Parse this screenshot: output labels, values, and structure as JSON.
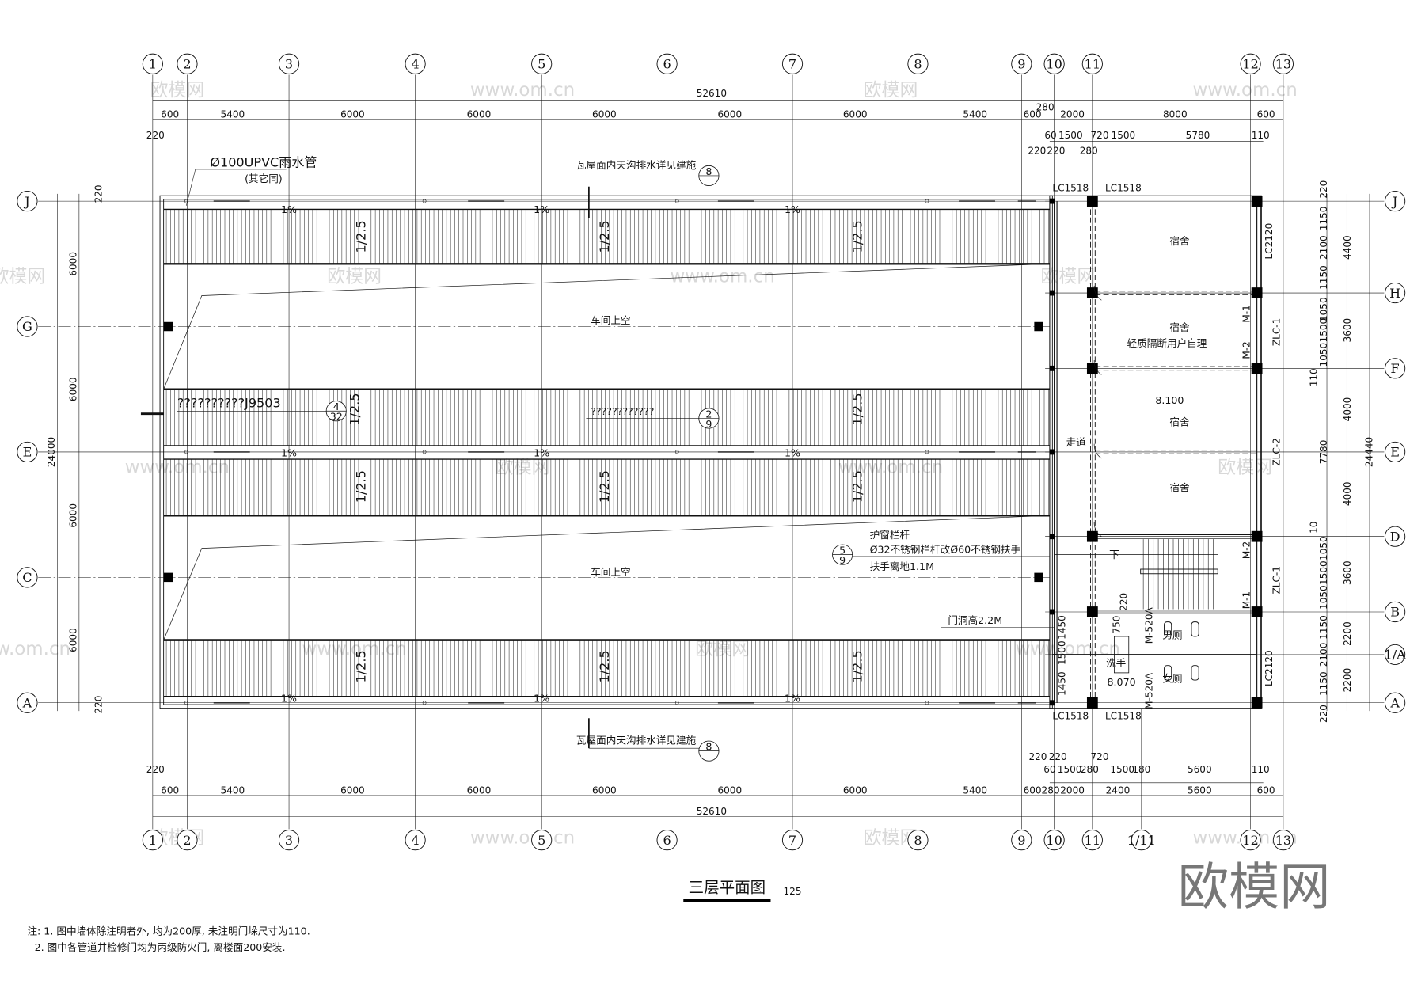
{
  "title": {
    "name": "三层平面图",
    "scale": "125"
  },
  "notes": [
    "注: 1. 图中墙体除注明者外, 均为200厚, 未注明门垛尺寸为110.",
    "2. 图中各管道井检修门均为丙级防火门, 离楼面200安装."
  ],
  "grid": {
    "columns": [
      "1",
      "2",
      "3",
      "4",
      "5",
      "6",
      "7",
      "8",
      "9",
      "10",
      "11",
      "12",
      "13"
    ],
    "column_extra": "1/11",
    "rows_left": [
      "J",
      "G",
      "E",
      "C",
      "A"
    ],
    "rows_right": [
      "J",
      "H",
      "F",
      "E",
      "D",
      "B",
      "1/A",
      "A"
    ]
  },
  "dimensions": {
    "top_total": "52610",
    "top_row1": [
      "600",
      "5400",
      "6000",
      "6000",
      "6000",
      "6000",
      "6000",
      "5400",
      "600",
      "280",
      "2000",
      "8000",
      "600"
    ],
    "top_row2": [
      "60",
      "1500",
      "720",
      "1500",
      "5780",
      "110"
    ],
    "top_row3": [
      "220",
      "220",
      "280"
    ],
    "top_left": "220",
    "bottom_row1": [
      "220",
      "220",
      "720"
    ],
    "bottom_row2": [
      "60",
      "1500",
      "280",
      "1500",
      "180",
      "5600",
      "110"
    ],
    "bottom_row3": [
      "600",
      "5400",
      "6000",
      "6000",
      "6000",
      "6000",
      "6000",
      "5400",
      "600",
      "280",
      "2000",
      "2400",
      "5600",
      "600"
    ],
    "bottom_total": "52610",
    "bottom_left": "220",
    "left": [
      "6000",
      "6000",
      "6000",
      "6000"
    ],
    "left_total": "24000",
    "left_ends": [
      "220",
      "220"
    ],
    "right_col1": [
      "220",
      "1150",
      "2100",
      "1150",
      "1050",
      "1500",
      "1050",
      "110",
      "7780",
      "10",
      "1050",
      "1500",
      "1050",
      "1150",
      "2100",
      "1150",
      "220"
    ],
    "right_col2": [
      "4400",
      "3600",
      "4000",
      "4000",
      "3600",
      "2200",
      "2200"
    ],
    "right_total": "24440",
    "toilet": [
      "220",
      "750",
      "1450",
      "1500",
      "1450"
    ]
  },
  "roof": {
    "slope": "1%",
    "pitch": "1/2.5"
  },
  "annotations": {
    "downpipe": "Ø100UPVC雨水管",
    "downpipe_note": "(其它同)",
    "gutter_top": "瓦屋面内天沟排水详见建施",
    "gutter_bottom": "瓦屋面内天沟排水详见建施",
    "gutter_ref": "8",
    "detail_a": "??????????J9503",
    "detail_a_ref": [
      "4",
      "32"
    ],
    "detail_b": "????????????",
    "detail_b_ref": [
      "2",
      "9"
    ],
    "void_1": "车间上空",
    "void_2": "车间上空",
    "rail_title": "护窗栏杆",
    "rail_spec": "Ø32不锈钢栏杆改Ø60不锈钢扶手",
    "rail_height": "扶手离地1.1M",
    "rail_ref": [
      "5",
      "9"
    ],
    "door_height": "门洞高2.2M"
  },
  "rooms": [
    "宿舍",
    "宿舍",
    "轻质隔断用户自理",
    "8.100",
    "宿舍",
    "走道",
    "宿舍",
    "下",
    "男厕",
    "女厕",
    "洗手",
    "8.070"
  ],
  "openings": [
    "LC1518",
    "LC1518",
    "LC1518",
    "LC1518",
    "LC2120",
    "LC2120",
    "ZLC-1",
    "ZLC-1",
    "ZLC-2",
    "M-1",
    "M-1",
    "M-2",
    "M-2",
    "M-520A",
    "M-520A"
  ],
  "watermark": {
    "logo": "欧模网",
    "url": "www.om.cn",
    "brand": "欧模网"
  }
}
